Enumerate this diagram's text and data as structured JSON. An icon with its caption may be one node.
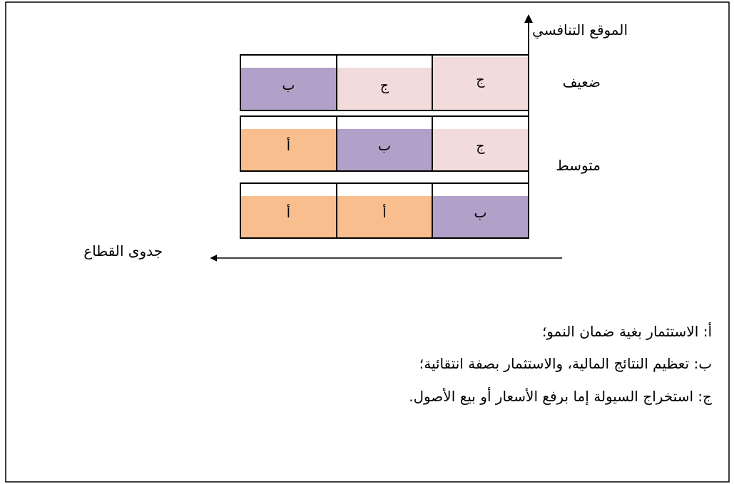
{
  "diagram": {
    "nodes": [
      {
        "text": [
          "ب"
        ]
      },
      {
        "text": [
          "ج"
        ]
      },
      {
        "text": [
          "ج"
        ]
      },
      {
        "text": [
          "أ"
        ]
      },
      {
        "text": [
          "ب"
        ]
      },
      {
        "text": [
          "ج"
        ]
      },
      {
        "text": [
          "أ"
        ]
      },
      {
        "text": [
          "أ"
        ]
      },
      {
        "text": [
          "ب"
        ]
      }
    ],
    "labels": [
      "الموقع التنافسي",
      "ضعيف",
      "متوسط",
      "جدوى القطاع",
      "أ:  الاستثمار بغية ضمان النمو؛",
      "ب:  تعظيم النتائج المالية، والاستثمار بصفة انتقائية؛",
      "ج: استخراج السيولة إما برفع الأسعار أو بيع الأصول."
    ]
  }
}
